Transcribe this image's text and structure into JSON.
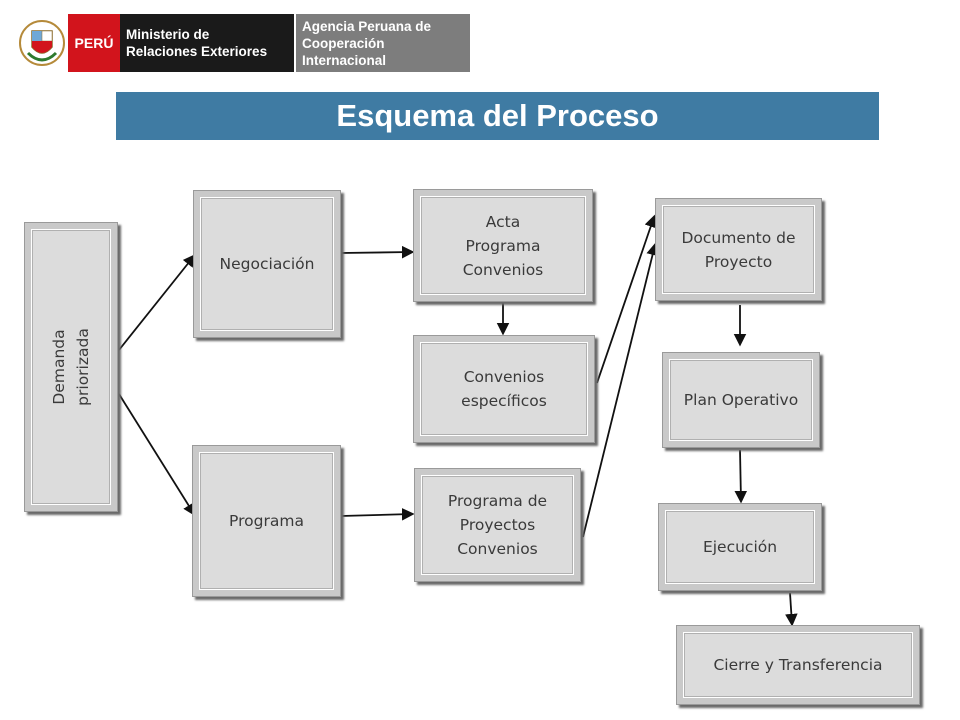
{
  "header": {
    "peru": "PERÚ",
    "ministry": "Ministerio de\nRelaciones Exteriores",
    "agency": "Agencia Peruana de\nCooperación Internacional"
  },
  "title": "Esquema del Proceso",
  "nodes": {
    "demanda": "Demanda\npriorizada",
    "negociacion": "Negociación",
    "programa": "Programa",
    "acta": "Acta\nPrograma\nConvenios",
    "convenios_especificos": "Convenios\nespecíficos",
    "programa_proyectos": "Programa de\nProyectos\nConvenios",
    "documento_proyecto": "Documento de\nProyecto",
    "plan_operativo": "Plan Operativo",
    "ejecucion": "Ejecución",
    "cierre": "Cierre y Transferencia"
  },
  "colors": {
    "title_bar": "#3f7ba3",
    "peru_red": "#d2141c",
    "ministry_black": "#1a1a1a",
    "agency_gray": "#7d7d7d"
  }
}
